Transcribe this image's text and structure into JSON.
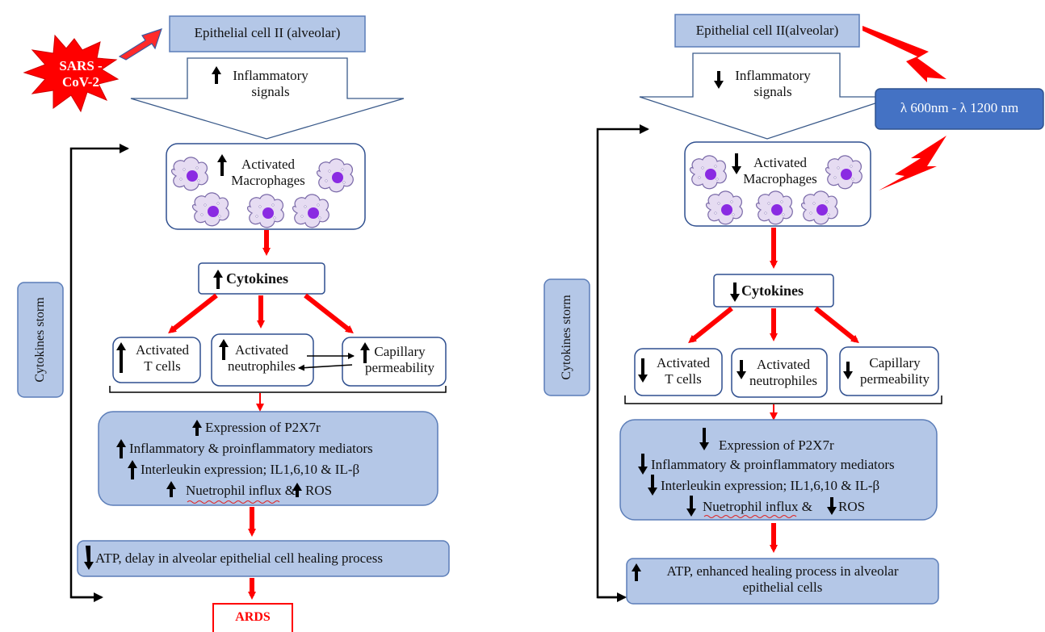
{
  "colors": {
    "box_fill": "#b4c7e7",
    "box_border": "#5b7db8",
    "arrow_red": "#ff0000",
    "wave_box": "#4472c4",
    "macrophage_fill": "#e6dcf2",
    "nucleus": "#8a2be2"
  },
  "left": {
    "virus_label_1": "SARS -",
    "virus_label_2": "CoV-2",
    "epithelial": "Epithelial cell II (alveolar)",
    "inflammatory_1": "Inflammatory",
    "inflammatory_2": "signals",
    "macrophages_1": "Activated",
    "macrophages_2": "Macrophages",
    "cytokines": "Cytokines",
    "tcells_1": "Activated",
    "tcells_2": "T cells",
    "neutro_1": "Activated",
    "neutro_2": "neutrophiles",
    "capillary_1": "Capillary",
    "capillary_2": "permeability",
    "storm": "Cytokines storm",
    "p2x7r": "Expression of P2X7r",
    "mediators": "Inflammatory & proinflammatory mediators",
    "interleukin": "Interleukin expression; IL1,6,10 & IL-β",
    "nuetro_influx": "Nuetrophil influx &",
    "ros": "ROS",
    "atp": "ATP,  delay in alveolar epithelial cell healing process",
    "ards": "ARDS"
  },
  "right": {
    "epithelial": "Epithelial cell II(alveolar)",
    "inflammatory_1": "Inflammatory",
    "inflammatory_2": "signals",
    "wavelength": "λ 600nm - λ 1200 nm",
    "macrophages_1": "Activated",
    "macrophages_2": "Macrophages",
    "cytokines": "Cytokines",
    "tcells_1": "Activated",
    "tcells_2": "T cells",
    "neutro_1": "Activated",
    "neutro_2": "neutrophiles",
    "capillary_1": "Capillary",
    "capillary_2": "permeability",
    "storm": "Cytokines storm",
    "p2x7r": "Expression of P2X7r",
    "mediators": "Inflammatory & proinflammatory mediators",
    "interleukin": "Interleukin expression; IL1,6,10 & IL-β",
    "nuetro_influx": "Nuetrophil influx &",
    "ros": "ROS",
    "atp_1": "ATP, enhanced healing process in alveolar",
    "atp_2": "epithelial cells"
  }
}
